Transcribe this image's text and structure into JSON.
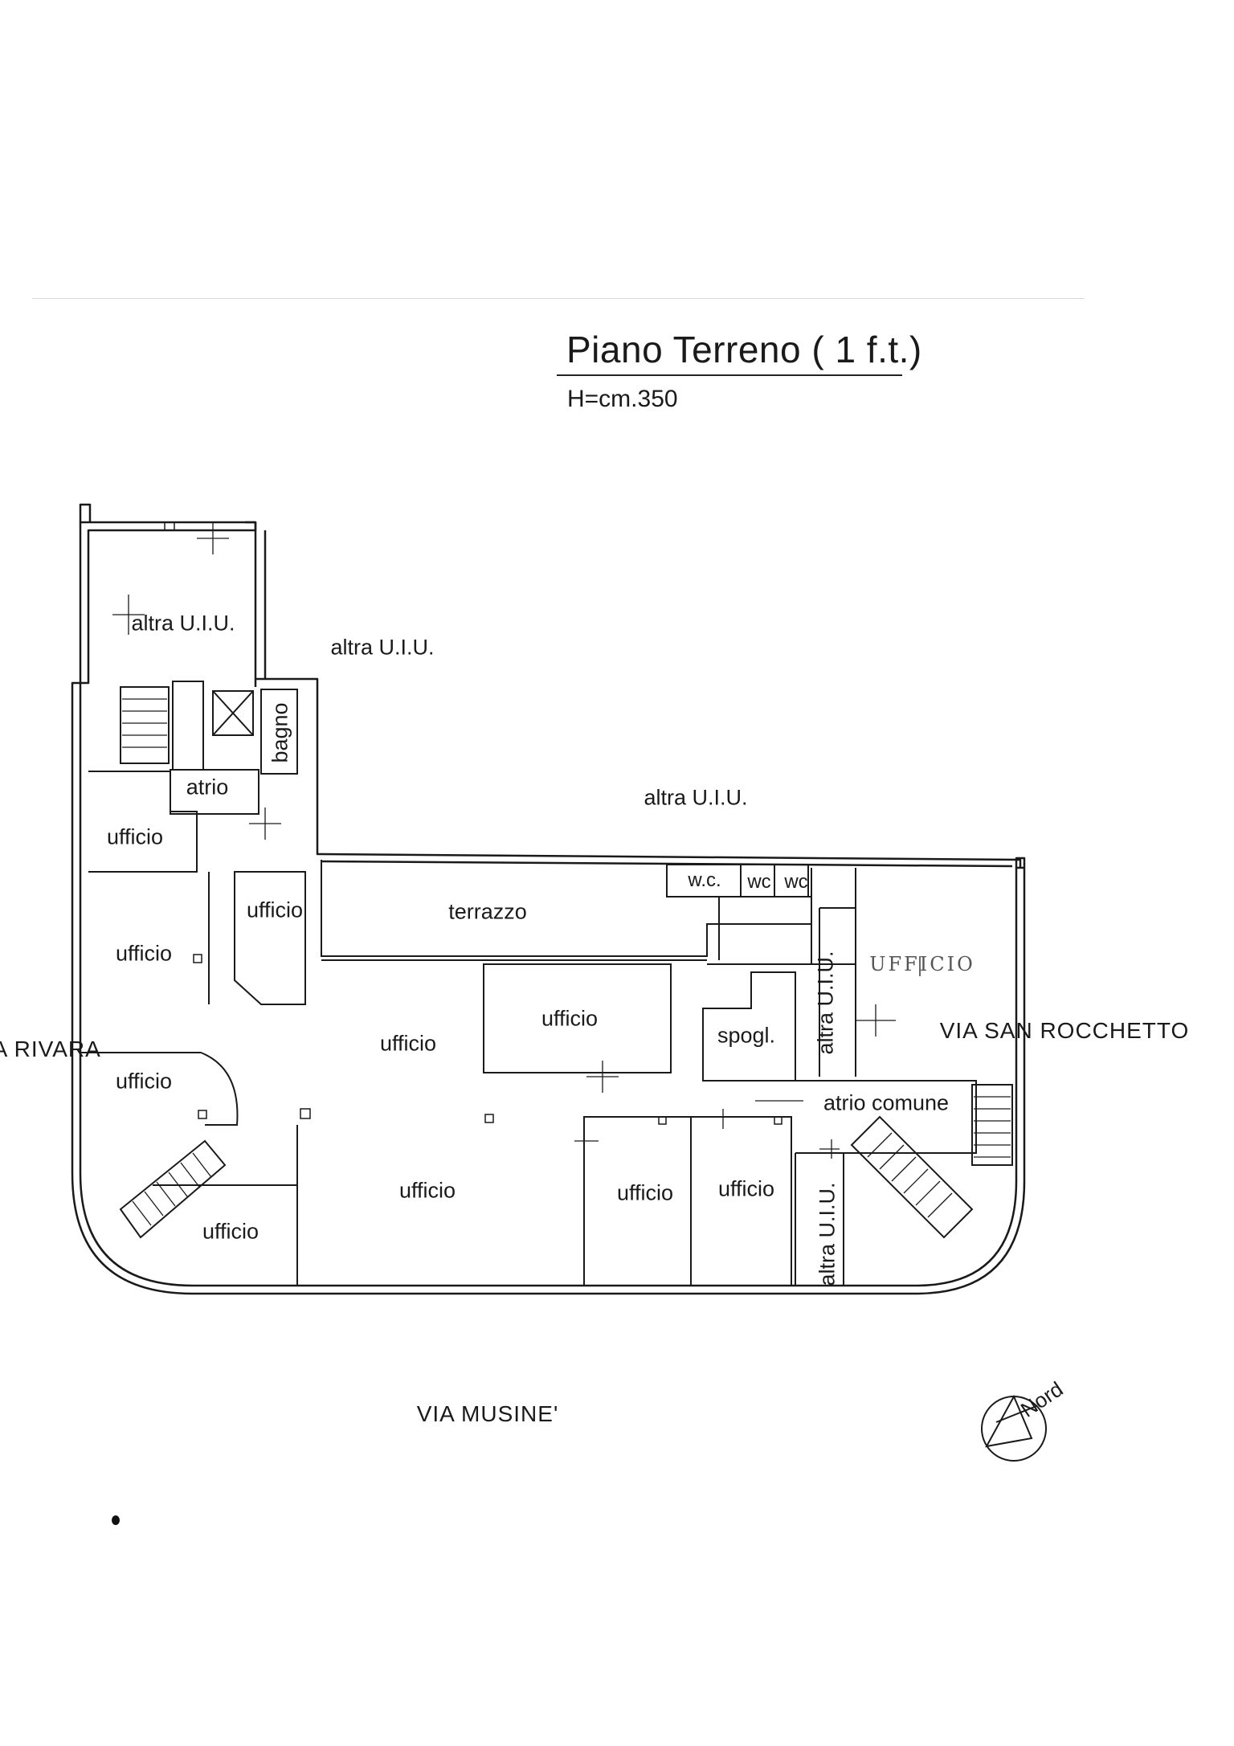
{
  "header": {
    "title": "Piano Terreno ( 1 f.t.)",
    "height_note": "H=cm.350"
  },
  "rooms": {
    "altra_uiu_tower": "altra U.I.U.",
    "altra_uiu_top": "altra U.I.U.",
    "altra_uiu_middle": "altra U.I.U.",
    "bagno": "bagno",
    "atrio": "atrio",
    "ufficio_nw": "ufficio",
    "ufficio_small": "ufficio",
    "terrazzo": "terrazzo",
    "wc_1": "w.c.",
    "wc_2": "wc",
    "wc_3": "wc",
    "ufficio_handwritten": "UFFICIO",
    "ufficio_west": "ufficio",
    "ufficio_center_inner": "ufficio",
    "ufficio_center": "ufficio",
    "spogl": "spogl.",
    "altra_uiu_vert_1": "altra U.I.U.",
    "ufficio_west_lower": "ufficio",
    "atrio_comune": "atrio comune",
    "ufficio_big_south": "ufficio",
    "ufficio_south_1": "ufficio",
    "ufficio_south_2": "ufficio",
    "ufficio_sw_corner": "ufficio",
    "altra_uiu_vert_2": "altra U.I.U."
  },
  "streets": {
    "west": "VIA RIVARA",
    "east": "VIA SAN ROCCHETTO",
    "south": "VIA MUSINE'"
  },
  "compass": {
    "label": "Nord",
    "icon": "north-arrow-icon"
  },
  "colors": {
    "ink": "#1a1a1a",
    "pencil": "#555555",
    "paper": "#ffffff"
  }
}
